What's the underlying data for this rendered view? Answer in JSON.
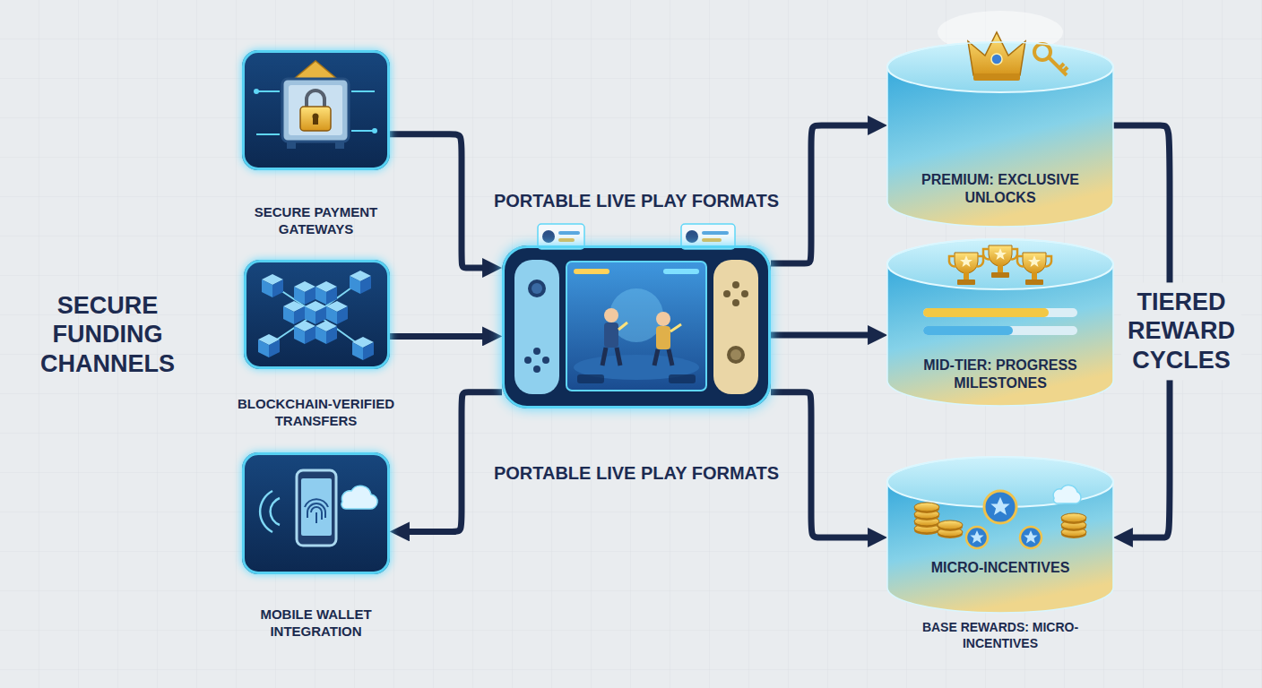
{
  "diagram": {
    "nodes": [
      {
        "text": [
          "SECURE PAYMENT GATEWAYS"
        ]
      },
      {
        "text": [
          "BLOCKCHAIN-VERIFIED TRANSFERS"
        ]
      },
      {
        "text": [
          "MOBILE WALLET INTEGRATION"
        ]
      },
      {
        "text": [
          "PORTABLE LIVE PLAY FORMATS",
          "PORTABLE LIVE PLAY FORMATS"
        ]
      },
      {
        "text": [
          "PREMIUM: EXCLUSIVE UNLOCKS"
        ]
      },
      {
        "text": [
          "MID-TIER: PROGRESS MILESTONES"
        ]
      },
      {
        "text": [
          "MICRO-INCENTIVES",
          "BASE REWARDS: MICRO-INCENTIVES"
        ]
      }
    ],
    "edges": [
      {
        "from": 0,
        "to": 3,
        "arrow": "to"
      },
      {
        "from": 1,
        "to": 3,
        "arrow": "to"
      },
      {
        "from": 3,
        "to": 2,
        "arrow": "to"
      },
      {
        "from": 3,
        "to": 4,
        "arrow": "to"
      },
      {
        "from": 3,
        "to": 5,
        "arrow": "to"
      },
      {
        "from": 3,
        "to": 6,
        "arrow": "to"
      },
      {
        "from": 4,
        "to": 6,
        "label": "TIERED REWARD CYCLES",
        "arrow": "to"
      }
    ],
    "labels": [
      "SECURE FUNDING CHANNELS"
    ]
  }
}
